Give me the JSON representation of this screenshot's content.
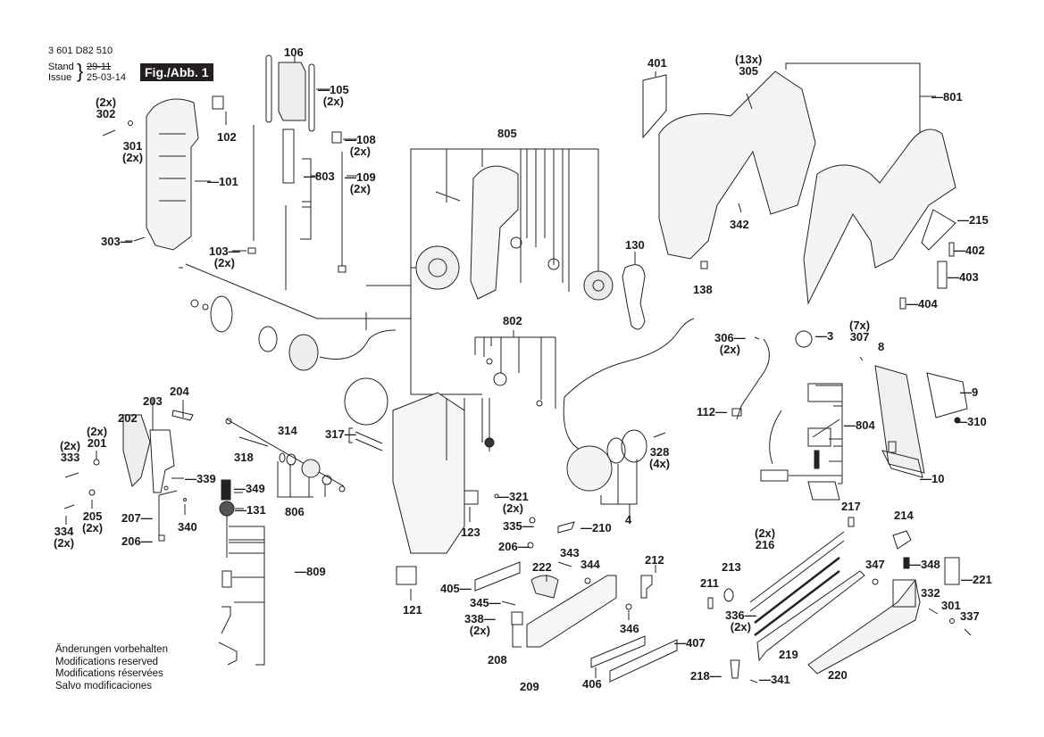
{
  "header": {
    "part_number": "3 601 D82 510",
    "stand_label": "Stand",
    "issue_label": "Issue",
    "stand_value": "29-11",
    "issue_value": "25-03-14",
    "figure_label": "Fig./Abb. 1"
  },
  "notes": [
    "Änderungen vorbehalten",
    "Modifications reserved",
    "Modifications réservées",
    "Salvo modificaciones"
  ],
  "parts": [
    {
      "id": "101",
      "qty": ""
    },
    {
      "id": "102",
      "qty": ""
    },
    {
      "id": "103",
      "qty": "(2x)"
    },
    {
      "id": "105",
      "qty": "(2x)"
    },
    {
      "id": "106",
      "qty": ""
    },
    {
      "id": "108",
      "qty": "(2x)"
    },
    {
      "id": "109",
      "qty": "(2x)"
    },
    {
      "id": "112",
      "qty": ""
    },
    {
      "id": "121",
      "qty": ""
    },
    {
      "id": "123",
      "qty": ""
    },
    {
      "id": "130",
      "qty": ""
    },
    {
      "id": "131",
      "qty": ""
    },
    {
      "id": "138",
      "qty": ""
    },
    {
      "id": "201",
      "qty": "(2x)"
    },
    {
      "id": "202",
      "qty": ""
    },
    {
      "id": "203",
      "qty": ""
    },
    {
      "id": "204",
      "qty": ""
    },
    {
      "id": "205",
      "qty": "(2x)"
    },
    {
      "id": "206",
      "qty": ""
    },
    {
      "id": "207",
      "qty": ""
    },
    {
      "id": "208",
      "qty": ""
    },
    {
      "id": "209",
      "qty": ""
    },
    {
      "id": "210",
      "qty": ""
    },
    {
      "id": "211",
      "qty": ""
    },
    {
      "id": "212",
      "qty": ""
    },
    {
      "id": "213",
      "qty": ""
    },
    {
      "id": "214",
      "qty": ""
    },
    {
      "id": "215",
      "qty": ""
    },
    {
      "id": "216",
      "qty": "(2x)"
    },
    {
      "id": "217",
      "qty": ""
    },
    {
      "id": "218",
      "qty": ""
    },
    {
      "id": "219",
      "qty": ""
    },
    {
      "id": "220",
      "qty": ""
    },
    {
      "id": "221",
      "qty": ""
    },
    {
      "id": "222",
      "qty": ""
    },
    {
      "id": "3",
      "qty": ""
    },
    {
      "id": "4",
      "qty": ""
    },
    {
      "id": "8",
      "qty": ""
    },
    {
      "id": "9",
      "qty": ""
    },
    {
      "id": "10",
      "qty": ""
    },
    {
      "id": "301",
      "qty": "(2x)"
    },
    {
      "id": "302",
      "qty": "(2x)"
    },
    {
      "id": "303",
      "qty": ""
    },
    {
      "id": "305",
      "qty": "(13x)"
    },
    {
      "id": "306",
      "qty": "(2x)"
    },
    {
      "id": "307",
      "qty": "(7x)"
    },
    {
      "id": "310",
      "qty": ""
    },
    {
      "id": "314",
      "qty": ""
    },
    {
      "id": "317",
      "qty": ""
    },
    {
      "id": "318",
      "qty": ""
    },
    {
      "id": "321",
      "qty": "(2x)"
    },
    {
      "id": "328",
      "qty": "(4x)"
    },
    {
      "id": "332",
      "qty": ""
    },
    {
      "id": "333",
      "qty": "(2x)"
    },
    {
      "id": "334",
      "qty": "(2x)"
    },
    {
      "id": "335",
      "qty": ""
    },
    {
      "id": "336",
      "qty": "(2x)"
    },
    {
      "id": "337",
      "qty": ""
    },
    {
      "id": "338",
      "qty": "(2x)"
    },
    {
      "id": "339",
      "qty": ""
    },
    {
      "id": "340",
      "qty": ""
    },
    {
      "id": "341",
      "qty": ""
    },
    {
      "id": "342",
      "qty": ""
    },
    {
      "id": "343",
      "qty": ""
    },
    {
      "id": "344",
      "qty": ""
    },
    {
      "id": "345",
      "qty": ""
    },
    {
      "id": "346",
      "qty": ""
    },
    {
      "id": "347",
      "qty": ""
    },
    {
      "id": "348",
      "qty": ""
    },
    {
      "id": "349",
      "qty": ""
    },
    {
      "id": "401",
      "qty": ""
    },
    {
      "id": "402",
      "qty": ""
    },
    {
      "id": "403",
      "qty": ""
    },
    {
      "id": "404",
      "qty": ""
    },
    {
      "id": "405",
      "qty": ""
    },
    {
      "id": "406",
      "qty": ""
    },
    {
      "id": "407",
      "qty": ""
    },
    {
      "id": "801",
      "qty": ""
    },
    {
      "id": "802",
      "qty": ""
    },
    {
      "id": "803",
      "qty": ""
    },
    {
      "id": "804",
      "qty": ""
    },
    {
      "id": "805",
      "qty": ""
    },
    {
      "id": "806",
      "qty": ""
    },
    {
      "id": "809",
      "qty": ""
    }
  ],
  "labels": {
    "l101": "—101",
    "l102": "102",
    "l103": "103—\n(2x)",
    "l105": "—105\n(2x)",
    "l106": "106",
    "l108": "—108\n(2x)",
    "l109": "—109\n(2x)",
    "l112": "112—",
    "l121": "121",
    "l123": "123",
    "l130": "130",
    "l131": "—131",
    "l138": "138",
    "l201": "(2x)\n201",
    "l202": "202",
    "l203": "203",
    "l204": "204",
    "l205": "205\n(2x)",
    "l206a": "206—",
    "l206b": "206—",
    "l207": "207—",
    "l208": "208",
    "l209": "209",
    "l210": "—210",
    "l211": "211",
    "l212": "212",
    "l213": "213",
    "l214": "214",
    "l215": "—215",
    "l216": "(2x)\n216",
    "l217": "217",
    "l218": "218—",
    "l219": "219",
    "l220": "220",
    "l221": "—221",
    "l222": "222",
    "l3": "—3",
    "l4": "4",
    "l8": "8",
    "l9": "—9",
    "l10": "—10",
    "l301a": "301\n(2x)",
    "l301b": "301",
    "l302": "(2x)\n302",
    "l303": "303—",
    "l305": "(13x)\n305",
    "l306": "306—\n(2x)",
    "l307": "(7x)\n307",
    "l310": "—310",
    "l314": "314",
    "l317": "317—",
    "l318": "318",
    "l321": "—321\n(2x)",
    "l328": "328\n(4x)",
    "l332": "332",
    "l333": "(2x)\n333",
    "l334": "334\n(2x)",
    "l335": "335—",
    "l336": "336—\n(2x)",
    "l337": "337",
    "l338": "338—\n(2x)",
    "l339": "—339",
    "l340": "340",
    "l341": "—341",
    "l342": "342",
    "l343": "343",
    "l344": "344",
    "l345": "345—",
    "l346": "346",
    "l347": "347",
    "l348": "—348",
    "l349": "—349",
    "l401": "401",
    "l402": "—402",
    "l403": "—403",
    "l404": "—404",
    "l405": "405—",
    "l406": "406",
    "l407": "—407",
    "l801": "—801",
    "l802": "802",
    "l803": "—803",
    "l804": "—804",
    "l805": "805",
    "l806": "806",
    "l809": "—809"
  }
}
